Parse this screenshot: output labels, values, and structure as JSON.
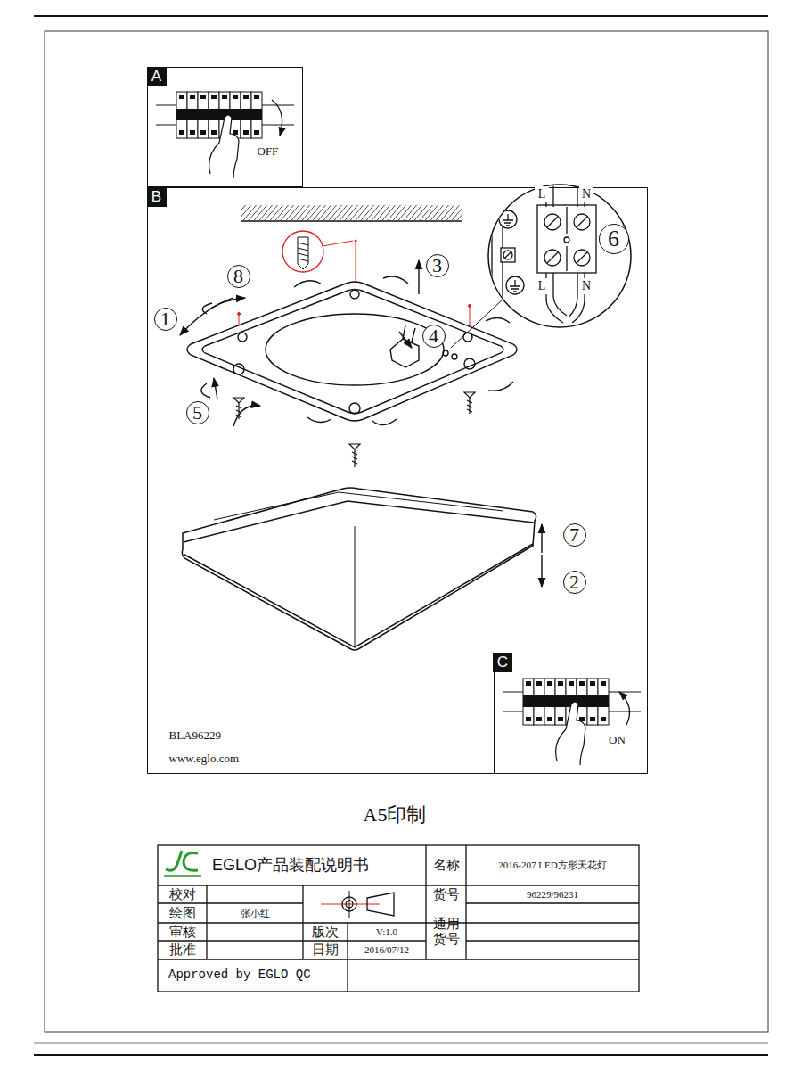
{
  "diagram": {
    "nodes": [
      {
        "text": [
          "A",
          "OFF"
        ]
      },
      {
        "text": [
          "B",
          "BLA96229",
          "www.eglo.com"
        ]
      },
      {
        "text": [
          "1"
        ],
        "in": 1
      },
      {
        "text": [
          "8"
        ],
        "in": 1
      },
      {
        "text": [
          "3"
        ],
        "in": 1
      },
      {
        "text": [
          "4"
        ],
        "in": 1
      },
      {
        "text": [
          "5"
        ],
        "in": 1
      },
      {
        "text": [
          "6"
        ],
        "in": 1
      },
      {
        "text": [
          "7"
        ],
        "in": 1
      },
      {
        "text": [
          "2"
        ],
        "in": 1
      },
      {
        "text": [
          "C",
          "ON"
        ],
        "in": 1
      }
    ],
    "labels": [
      "A5印制",
      "EGLO产品装配说明书",
      "名称",
      "2016-207 LED方形天花灯",
      "校对",
      "货号",
      "96229/96231",
      "绘图",
      "张小红",
      "通用 货号",
      "审核",
      "版次",
      "V:1.0",
      "批准",
      "日期",
      "2016/07/12",
      "Approved by EGLO QC",
      "L",
      "N",
      "L",
      "N"
    ]
  }
}
